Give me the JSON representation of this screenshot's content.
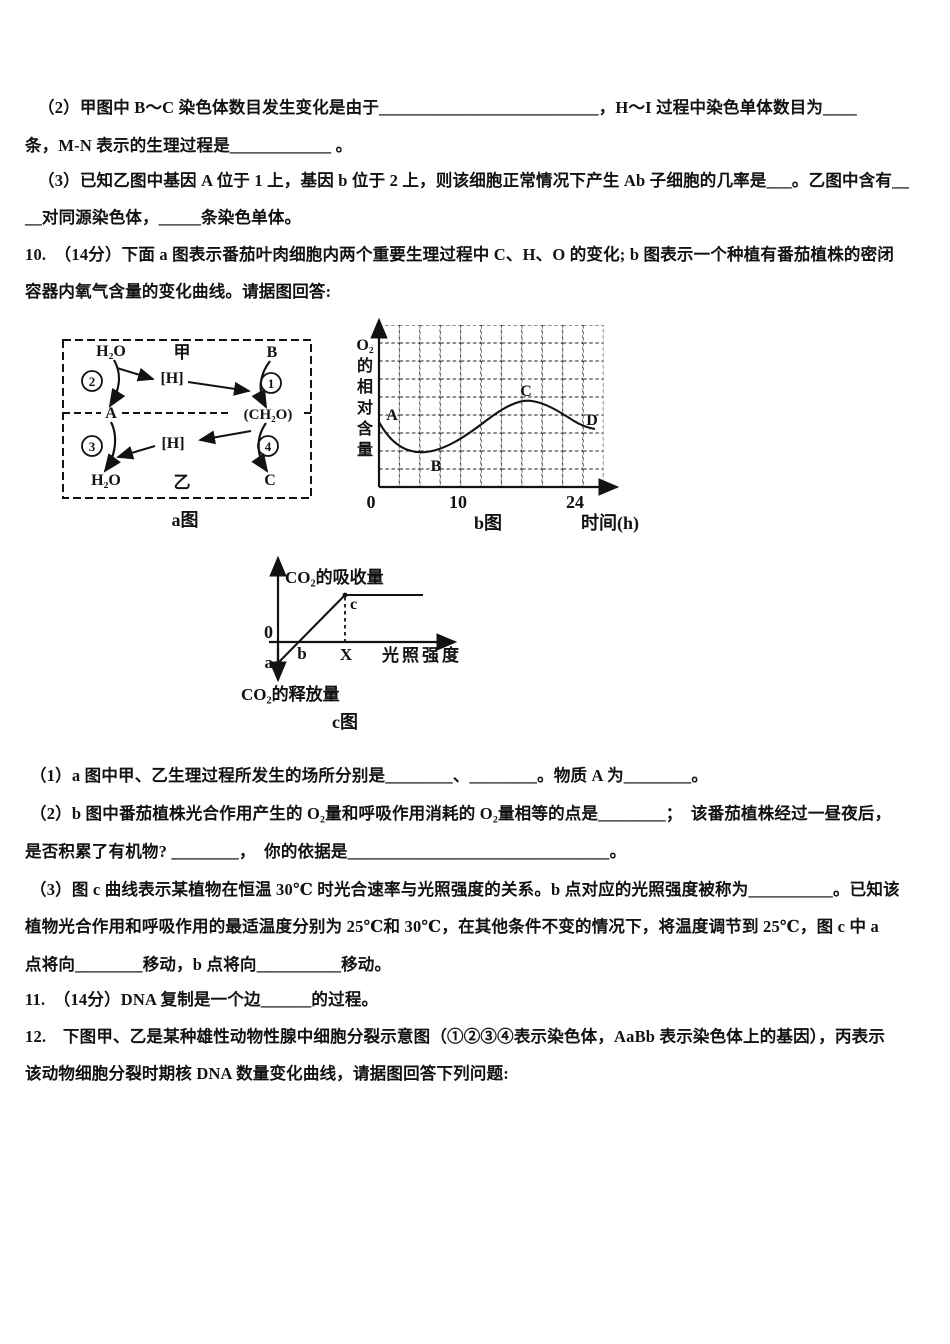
{
  "colors": {
    "ink": "#121212",
    "paper": "#ffffff"
  },
  "lines": {
    "q9_2a": "（2）甲图中 B～C 染色体数目发生变化是由于__________________________，H～I 过程中染色单体数目为____",
    "q9_2b": "条，M-N 表示的生理过程是____________ 。",
    "q9_3a": "（3）已知乙图中基因 A 位于 1 上，基因 b 位于 2 上，则该细胞正常情况下产生 Ab 子细胞的几率是___。乙图中含有__",
    "q9_3b": "__对同源染色体，_____条染色单体。",
    "q10_intro_a": "10.　（14分）下面 a 图表示番茄叶肉细胞内两个重要生理过程中 C、H、O 的变化; b 图表示一个种植有番茄植株的密闭",
    "q10_intro_b": "容器内氧气含量的变化曲线。请据图回答:",
    "q10_1": "（1）a 图中甲、乙生理过程所发生的场所分别是________、________。物质 A 为________。",
    "q10_2a": "（2）b 图中番茄植株光合作用产生的 O₂量和呼吸作用消耗的 O₂量相等的点是________；　该番茄植株经过一昼夜后，",
    "q10_2b": "是否积累了有机物? ________，　你的依据是_______________________________。",
    "q10_3a": "（3）图 c 曲线表示某植物在恒温 30℃ 时光合速率与光照强度的关系。b 点对应的光照强度被称为__________。已知该",
    "q10_3b": "植物光合作用和呼吸作用的最适温度分别为 25℃和 30℃，在其他条件不变的情况下，将温度调节到 25℃，图 c 中 a",
    "q10_3c": "点将向________移动，b 点将向__________移动。",
    "q11": "11.　（14分）DNA 复制是一个边______的过程。",
    "q12a": "12.　下图甲、乙是某种雄性动物性腺中细胞分裂示意图（①②③④表示染色体，AaBb 表示染色体上的基因），丙表示",
    "q12b": "该动物细胞分裂时期核 DNA 数量变化曲线，请据图回答下列问题:"
  },
  "fig_a": {
    "caption": "a图",
    "h2o_top": "H₂O",
    "jia": "甲",
    "b": "B",
    "n2": "2",
    "h_top": "[H]",
    "n1": "1",
    "a": "A",
    "ch2o": "(CH₂O)",
    "n3": "3",
    "h_bottom": "[H]",
    "n4": "4",
    "h2o_bottom": "H₂O",
    "yi": "乙",
    "c": "C"
  },
  "fig_b": {
    "caption": "b图",
    "ylabel": [
      "O₂",
      "的",
      "相",
      "对",
      "含",
      "量"
    ],
    "xlabel": "时间(h)",
    "tick0": "0",
    "tick10": "10",
    "tick24": "24",
    "pA": "A",
    "pB": "B",
    "pC": "C",
    "pD": "D"
  },
  "fig_c": {
    "caption": "c图",
    "y_up": "CO₂的吸收量",
    "y_down": "CO₂的释放量",
    "xlabel": "光照强度",
    "zero": "0",
    "a": "a",
    "b": "b",
    "c": "c",
    "x": "X"
  },
  "chart_data": [
    {
      "type": "line",
      "title": "b图",
      "xlabel": "时间(h)",
      "ylabel": "O₂的相对含量",
      "x_ticks": [
        0,
        10,
        24
      ],
      "xlim": [
        0,
        27
      ],
      "grid": true,
      "series": [
        {
          "name": "密闭容器内O₂相对含量",
          "x": [
            0,
            5.5,
            10,
            18,
            24
          ],
          "y_grid_units": [
            3.6,
            2.1,
            2.9,
            4.7,
            3.2
          ]
        }
      ],
      "labeled_points": [
        {
          "label": "A",
          "x": 0,
          "y_grid_units": 3.6
        },
        {
          "label": "B",
          "x": 5.5,
          "y_grid_units": 2.1
        },
        {
          "label": "C",
          "x": 18,
          "y_grid_units": 4.7
        },
        {
          "label": "D",
          "x": 24,
          "y_grid_units": 3.2
        }
      ]
    },
    {
      "type": "line",
      "title": "c图",
      "xlabel": "光照强度",
      "ylabel_positive": "CO₂的吸收量",
      "ylabel_negative": "CO₂的释放量",
      "labeled_points": [
        {
          "label": "a",
          "x": 0,
          "y": "负值(释放CO₂)"
        },
        {
          "label": "b",
          "x": "b(光补偿点)",
          "y": 0
        },
        {
          "label": "c",
          "x": "X",
          "y": "最大吸收量，之后保持水平"
        }
      ]
    }
  ]
}
